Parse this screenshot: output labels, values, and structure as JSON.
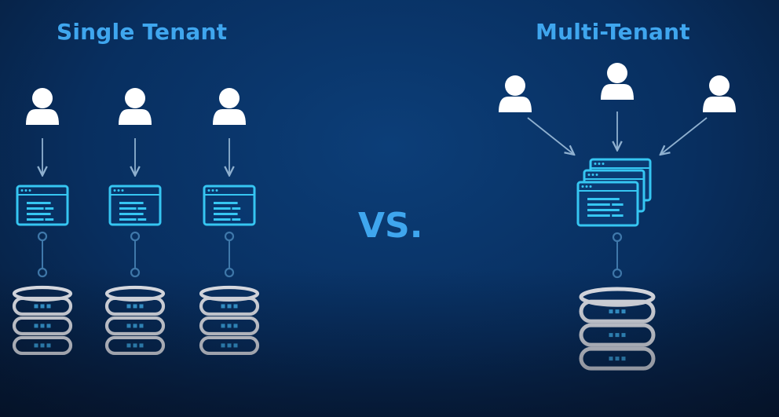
{
  "single_tenant": {
    "title": "Single Tenant"
  },
  "multi_tenant": {
    "title": "Multi-Tenant"
  },
  "vs_label": "VS.",
  "icons": [
    "user-icon",
    "app-window-icon",
    "database-icon",
    "arrow-icon",
    "connector-icon"
  ],
  "colors": {
    "heading": "#3fa6ee",
    "accent": "#36c6f2",
    "user": "#ffffff",
    "database": "#e6e8ee",
    "database_dots": "#3aa2dd",
    "arrow": "#8fb0cf",
    "connector": "#3f78aa"
  }
}
